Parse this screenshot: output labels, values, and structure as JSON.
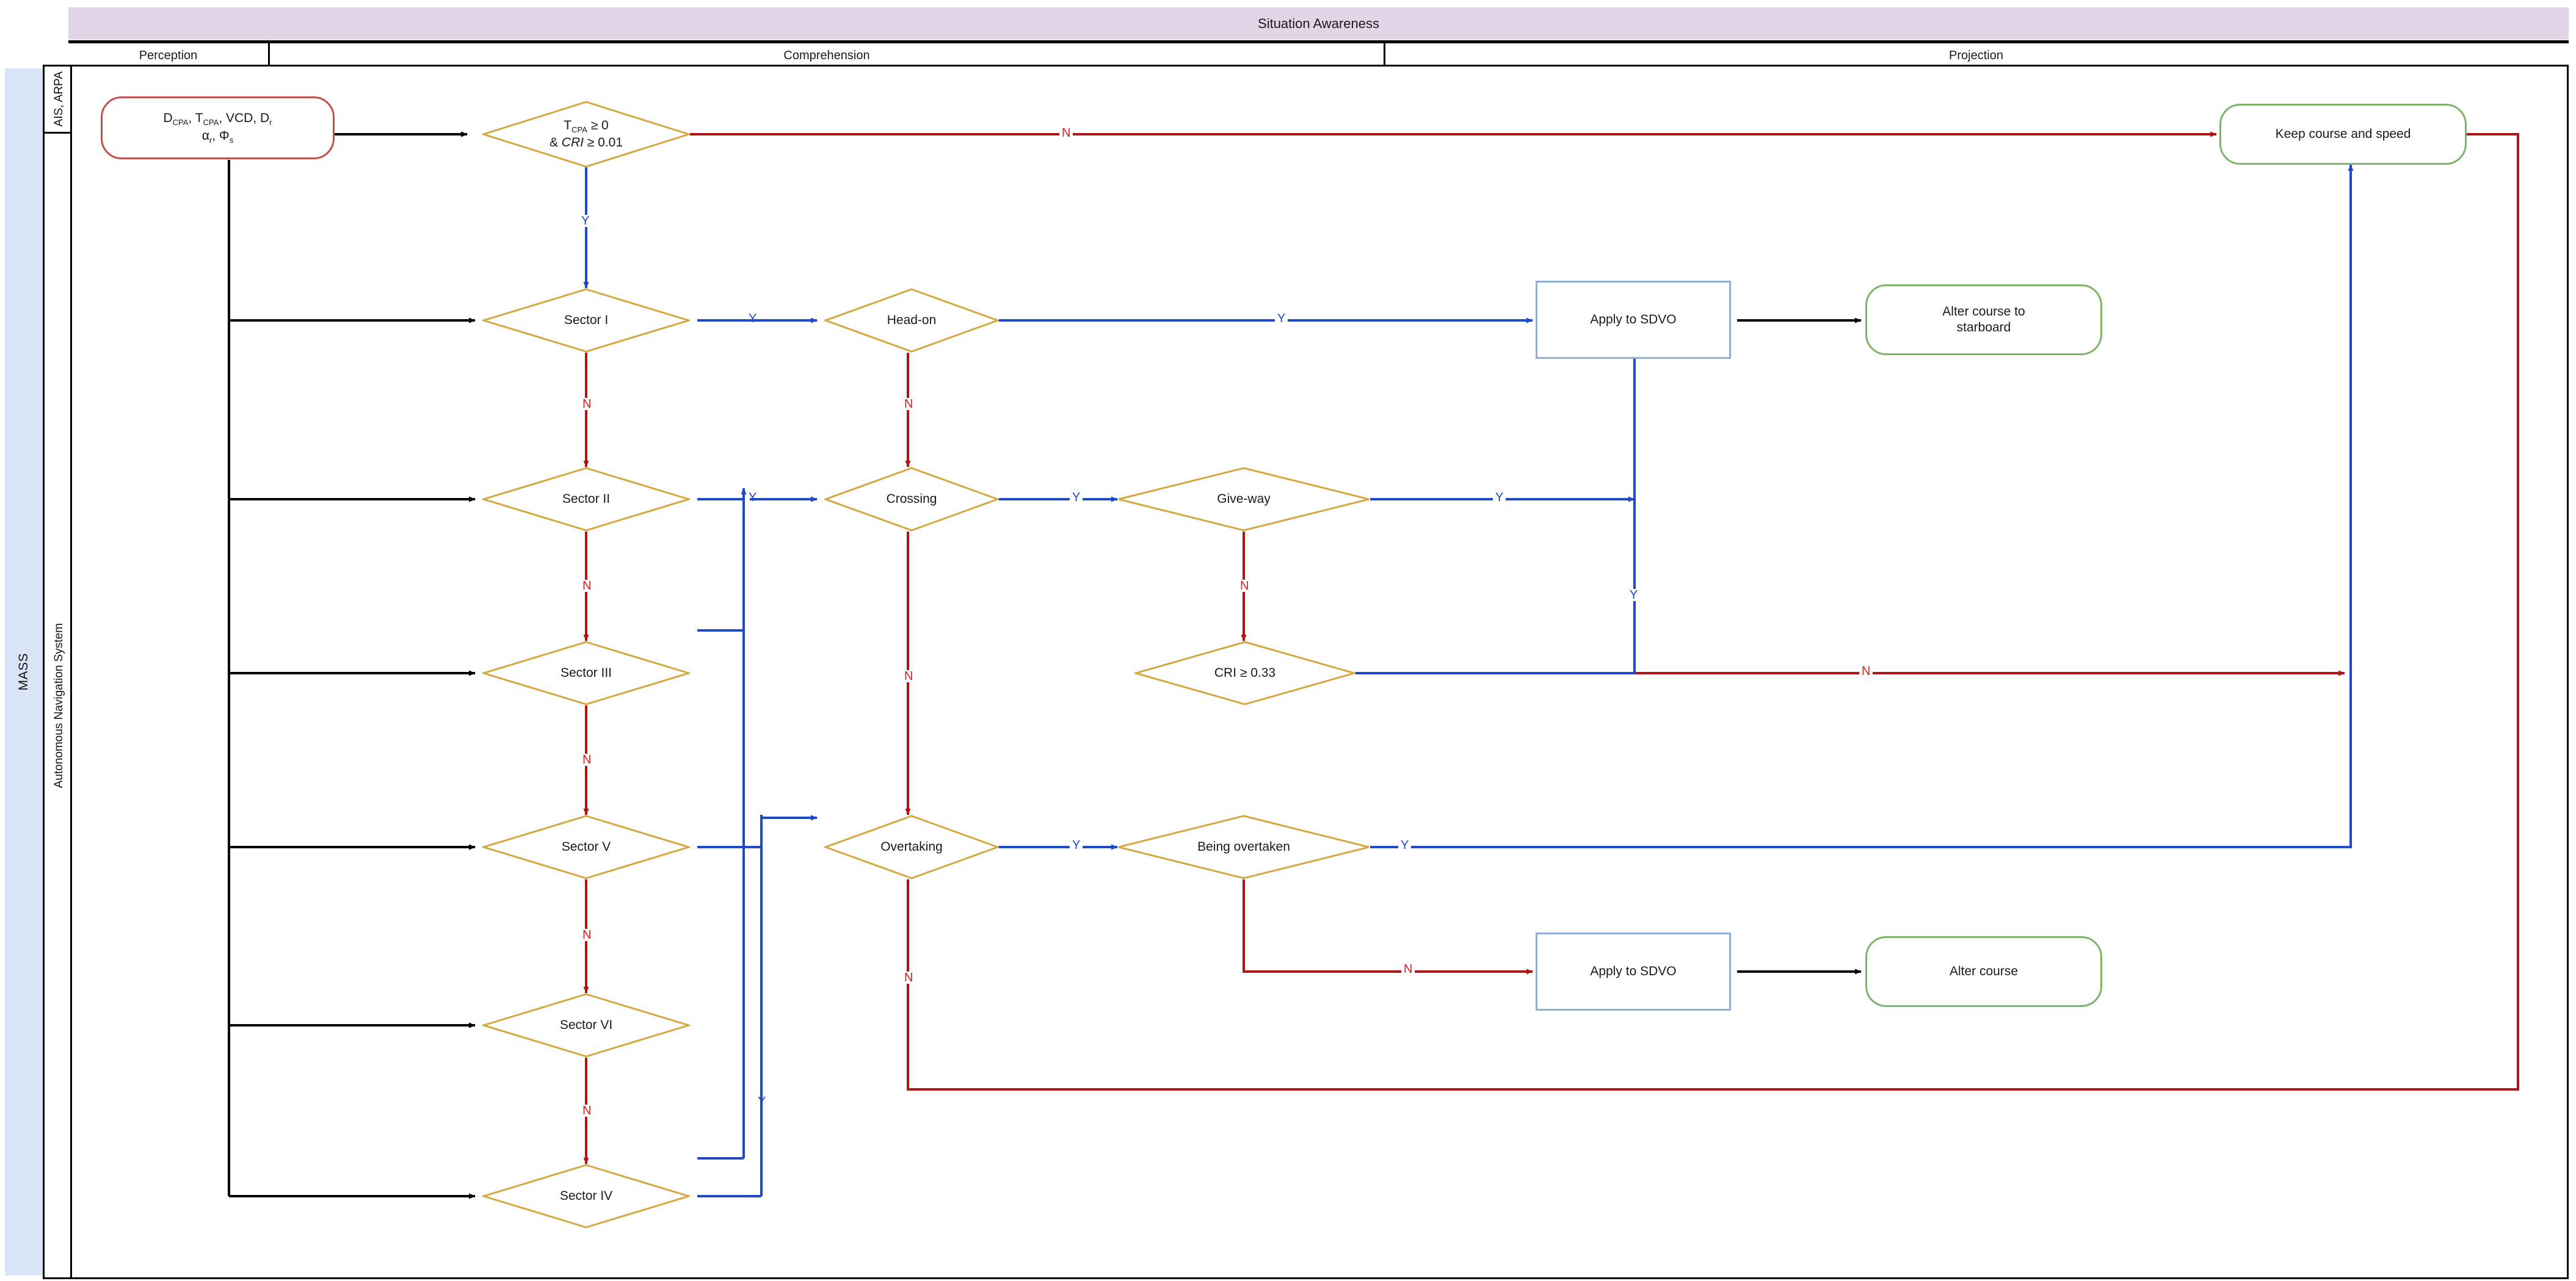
{
  "header": {
    "situation_awareness": "Situation Awareness",
    "phases": [
      {
        "label": "Perception"
      },
      {
        "label": "Comprehension"
      },
      {
        "label": "Projection"
      }
    ]
  },
  "lanes": {
    "outer": "MASS",
    "inner": [
      {
        "label": "AIS, ARPA"
      },
      {
        "label": "Autonomous Navigation System"
      }
    ]
  },
  "nodes": {
    "inputs": {
      "line1": "D",
      "sub1": "CPA",
      "line1b": ", T",
      "sub2": "CPA",
      "line1c": ", VCD, D",
      "sub3": "r",
      "line2a": "α",
      "sub4": "r",
      "line2b": ", Φ",
      "sub5": "s"
    },
    "tcpa_check": {
      "line1": "T",
      "sub1": "CPA",
      "line1b": " ≥ 0",
      "line2a": "& ",
      "line2b": "CRI",
      "line2c": " ≥ 0.01"
    },
    "sector1": "Sector I",
    "sector2": "Sector II",
    "sector3": "Sector III",
    "sector5": "Sector V",
    "sector6": "Sector VI",
    "sector4": "Sector IV",
    "head_on": "Head-on",
    "crossing": "Crossing",
    "overtaking": "Overtaking",
    "give_way": "Give-way",
    "being_overtaken": "Being overtaken",
    "cri_check": "CRI ≥ 0.33",
    "apply_sdvo_top": "Apply to SDVO",
    "apply_sdvo_bottom": "Apply to SDVO",
    "alter_starboard": "Alter course to starboard",
    "alter_starboard_l1": "Alter course to",
    "alter_starboard_l2": "starboard",
    "alter_course": "Alter course",
    "keep_course": "Keep course and speed"
  },
  "edge_labels": {
    "yes": "Y",
    "no": "N"
  },
  "colors": {
    "band_purple": "#e2d5e8",
    "lane_blue": "#d9e5f7",
    "decision_gold": "#d4a843",
    "terminator_red": "#c0504d",
    "terminator_green": "#7fb36b",
    "process_blue": "#8fb0d6",
    "yes_edge": "#1f49c6",
    "no_edge": "#b01414",
    "plain_edge": "#000000"
  }
}
